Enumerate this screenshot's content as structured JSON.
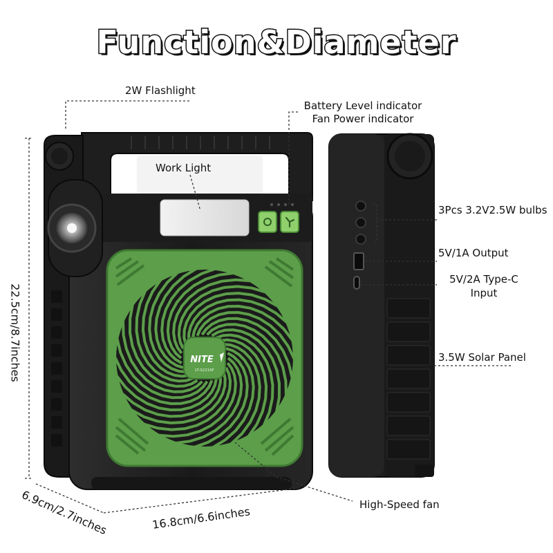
{
  "title": "Function&Diameter",
  "brand": "NITE",
  "model": "LT-S2216F",
  "labels": {
    "flashlight": "2W Flashlight",
    "work_light": "Work Light",
    "battery_indicator": "Battery Level indicator",
    "fan_indicator": "Fan Power indicator",
    "bulbs": "3Pcs 3.2V2.5W bulbs",
    "usb_output": "5V/1A Output",
    "typec_line1": "5V/2A Type-C",
    "typec_line2": "Input",
    "solar": "3.5W Solar Panel",
    "fan": "High-Speed fan"
  },
  "dimensions": {
    "height": "22.5cm/8.7inches",
    "depth": "6.9cm/2.7inches",
    "width": "16.8cm/6.6inches"
  },
  "colors": {
    "body": "#1b1b1b",
    "body_edge": "#2c2c2c",
    "fan_green": "#5c9e4a",
    "fan_green_dark": "#3f7a32",
    "light_green": "#8fd06c",
    "leader": "#333333"
  }
}
